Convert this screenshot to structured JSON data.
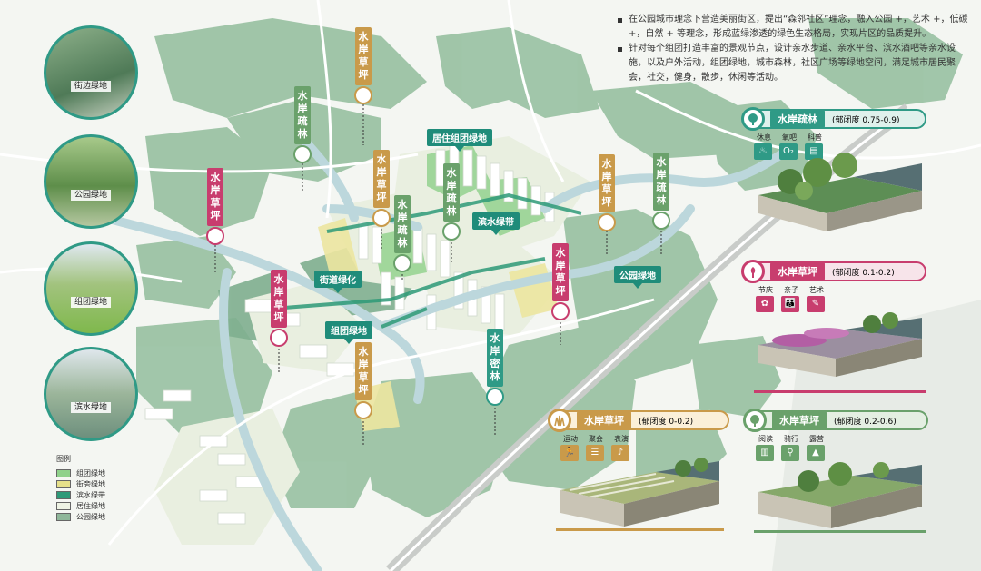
{
  "notes": [
    "在公园城市理念下营造美丽街区，提出“森邻社区”理念，融入公园 +，艺术 +，低碳 +，自然 + 等理念，形成蓝绿渗透的绿色生态格局，实现片区的品质提升。",
    "针对每个组团打造丰富的景观节点，设计亲水步道、亲水平台、滨水酒吧等亲水设施，以及户外活动，组团绿地，城市森林，社区广场等绿地空间，满足城市居民聚会，社交，健身，散步，休闲等活动。"
  ],
  "photos": [
    {
      "label": "街边绿地"
    },
    {
      "label": "公园绿地"
    },
    {
      "label": "组团绿地"
    },
    {
      "label": "滨水绿地"
    }
  ],
  "tags": {
    "t1": "水岸草坪",
    "t2": "水岸疏林",
    "t3": "水岸草坪",
    "t4": "水岸草坪",
    "t5": "水岸疏林",
    "t6": "水岸疏林",
    "t7": "水岸草坪",
    "t8": "水岸疏林",
    "t9": "水岸草坪",
    "t10": "水岸草坪",
    "t11": "水岸草坪",
    "t12": "水岸密林"
  },
  "labels": {
    "l1": "居住组团绿地",
    "l2": "滨水绿带",
    "l3": "街道绿化",
    "l4": "组团绿地",
    "l5": "公园绿地"
  },
  "cards": {
    "dense": {
      "title": "水岸疏林",
      "sub": "(郁闭度 0.75-0.9)",
      "f1": "休息",
      "f2": "氧吧",
      "f3": "科普"
    },
    "pink": {
      "title": "水岸草坪",
      "sub": "(郁闭度 0.1-0.2)",
      "f1": "节庆",
      "f2": "亲子",
      "f3": "艺术"
    },
    "gold": {
      "title": "水岸草坪",
      "sub": "(郁闭度 0-0.2)",
      "f1": "运动",
      "f2": "聚会",
      "f3": "表演"
    },
    "green": {
      "title": "水岸草坪",
      "sub": "(郁闭度 0.2-0.6)",
      "f1": "阅读",
      "f2": "骑行",
      "f3": "露营"
    }
  },
  "legend": {
    "title": "图例",
    "items": [
      {
        "label": "组团绿地",
        "color": "#8fd18a"
      },
      {
        "label": "街旁绿地",
        "color": "#e6e08a"
      },
      {
        "label": "滨水绿带",
        "color": "#2e9a78"
      },
      {
        "label": "居住绿地",
        "color": "#eef3e4"
      },
      {
        "label": "公园绿地",
        "color": "#8fb79a"
      }
    ]
  },
  "colors": {
    "teal": "#2f9a86",
    "pink": "#c83d6e",
    "gold": "#c99a4a",
    "green": "#6aa16b",
    "water": "#bcd7dc",
    "park": "#8fb79a"
  }
}
